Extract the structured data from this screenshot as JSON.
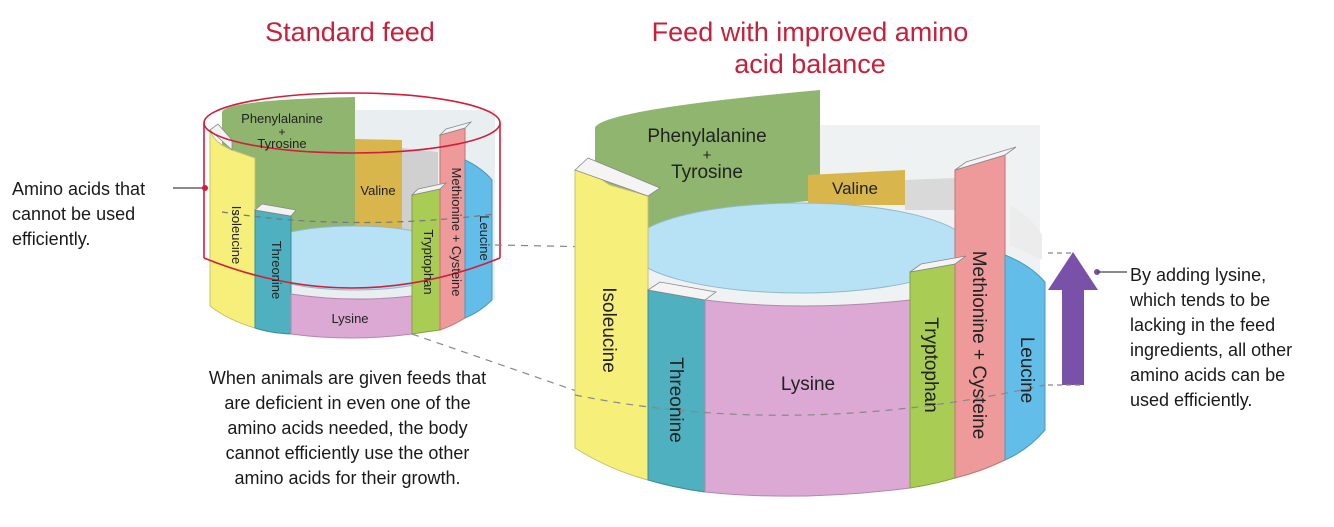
{
  "titles": {
    "standard": "Standard feed",
    "improved_line1": "Feed with improved amino",
    "improved_line2": "acid balance"
  },
  "annotations": {
    "left": [
      "Amino acids that",
      "cannot be used",
      "efficiently."
    ],
    "bottom": [
      "When animals are given feeds that",
      "are deficient in even one of the",
      "amino acids needed, the body",
      "cannot efficiently use the other",
      "amino acids for their growth."
    ],
    "right": [
      "By adding lysine,",
      "which tends to be",
      "lacking in the feed",
      "ingredients, all other",
      "amino acids can be",
      "used efficiently."
    ]
  },
  "barrels": {
    "standard": {
      "staves": {
        "phenylalanine_line1": "Phenylalanine",
        "plus": "+",
        "tyrosine": "Tyrosine",
        "valine": "Valine",
        "isoleucine": "Isoleucine",
        "threonine": "Threonine",
        "lysine": "Lysine",
        "tryptophan": "Tryptophan",
        "methionine_cysteine": "Methionine + Cysteine",
        "leucine": "Leucine"
      }
    },
    "improved": {
      "staves": {
        "phenylalanine_line1": "Phenylalanine",
        "plus": "+",
        "tyrosine": "Tyrosine",
        "valine": "Valine",
        "isoleucine": "Isoleucine",
        "threonine": "Threonine",
        "lysine": "Lysine",
        "tryptophan": "Tryptophan",
        "methionine_cysteine": "Methionine + Cysteine",
        "leucine": "Leucine"
      }
    }
  },
  "colors": {
    "title": "#c8203a",
    "phenylalanine_tyrosine": "#8fb56e",
    "valine": "#d8b64c",
    "isoleucine": "#f6ef7a",
    "threonine": "#4fb0c0",
    "lysine": "#dba9d4",
    "tryptophan": "#a9cc55",
    "methionine_cysteine": "#ee9a9a",
    "leucine": "#62bde9",
    "water": "#b7e2f5",
    "arrow": "#7a51a8",
    "highlight": "#d21e3c"
  }
}
